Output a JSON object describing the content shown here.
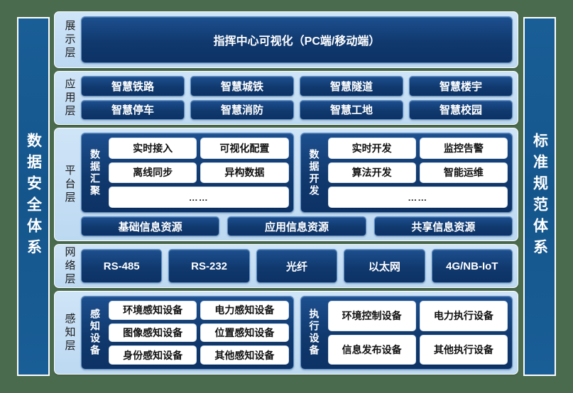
{
  "theme": {
    "page_background": "#4a6b4d",
    "pillar_blue": "#14568c",
    "panel_light_blue": "#c5deF4",
    "box_navy": "#10396e",
    "chip_white": "#ffffff"
  },
  "pillars": {
    "left": {
      "label": "数据安全体系"
    },
    "right": {
      "label": "标准规范体系"
    }
  },
  "layers": [
    {
      "id": "presentation",
      "label": "展示层",
      "banner": "指挥中心可视化（PC端/移动端）"
    },
    {
      "id": "application",
      "label": "应用层",
      "rows": [
        [
          "智慧铁路",
          "智慧城铁",
          "智慧隧道",
          "智慧楼宇"
        ],
        [
          "智慧停车",
          "智慧消防",
          "智慧工地",
          "智慧校园"
        ]
      ]
    },
    {
      "id": "platform",
      "label": "平台层",
      "modules": [
        {
          "title": "数据汇聚",
          "items": [
            "实时接入",
            "可视化配置",
            "离线同步",
            "异构数据"
          ],
          "more": "……"
        },
        {
          "title": "数据开发",
          "items": [
            "实时开发",
            "监控告警",
            "算法开发",
            "智能运维"
          ],
          "more": "……"
        }
      ],
      "resources": [
        "基础信息资源",
        "应用信息资源",
        "共享信息资源"
      ]
    },
    {
      "id": "network",
      "label": "网络层",
      "items": [
        "RS-485",
        "RS-232",
        "光纤",
        "以太网",
        "4G/NB-IoT"
      ]
    },
    {
      "id": "sensing",
      "label": "感知层",
      "modules": [
        {
          "title": "感知设备",
          "items": [
            "环境感知设备",
            "电力感知设备",
            "图像感知设备",
            "位置感知设备",
            "身份感知设备",
            "其他感知设备"
          ]
        },
        {
          "title": "执行设备",
          "items": [
            "环境控制设备",
            "电力执行设备",
            "信息发布设备",
            "其他执行设备"
          ]
        }
      ]
    }
  ]
}
